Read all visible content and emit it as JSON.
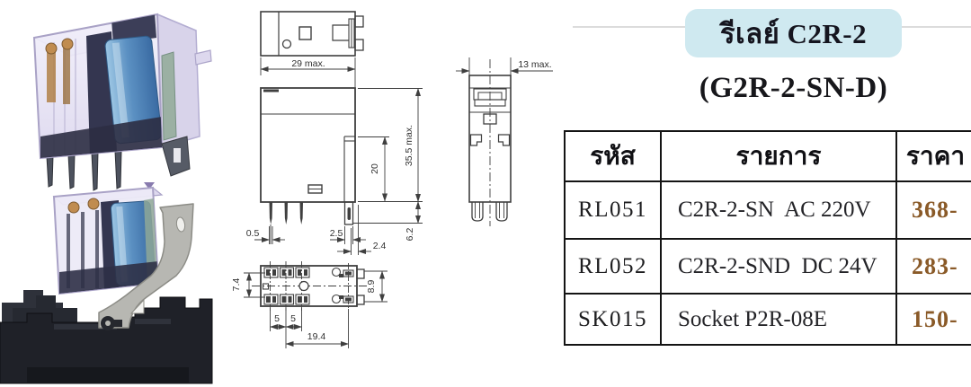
{
  "header": {
    "title": "รีเลย์ C2R-2",
    "subtitle": "(G2R-2-SN-D)"
  },
  "table": {
    "headers": [
      "รหัส",
      "รายการ",
      "ราคา"
    ],
    "rows": [
      {
        "code": "RL051",
        "item": "C2R-2-SN  AC 220V",
        "price": "368-"
      },
      {
        "code": "RL052",
        "item": "C2R-2-SND  DC 24V",
        "price": "283-"
      },
      {
        "code": "SK015",
        "item": "Socket P2R-08E",
        "price": "150-"
      }
    ]
  },
  "drawing": {
    "labels": {
      "top_view_width": "29 max.",
      "side_view_width": "13 max.",
      "height_total": "35.5 max.",
      "height_pin_block": "20",
      "pin_length": "6.2",
      "pin_thickness": "0.5",
      "latch_width": "2.5",
      "latch_offset": "2.4",
      "pin_row_span_left": "7.4",
      "pin_row_span_right": "8.9",
      "pin_pitch_a": "5",
      "pin_pitch_b": "5",
      "pin_span_total": "19.4"
    }
  },
  "photos": {
    "top_alt": "Transparent relay with blue coil",
    "bottom_alt": "Relay mounted on DIN-rail socket with retaining clip"
  },
  "colors": {
    "title_box_bg": "#cfe9f0",
    "title_text": "#15151f",
    "price_text": "#8a5a28",
    "table_border": "#141414",
    "drawing_line": "#3f3f3f",
    "coil_blue": "#5b90c2",
    "case_tint": "#dcd7ee",
    "socket_black": "#1f2128",
    "clip_gray": "#b7b7b2",
    "rule_gray": "#dcdcdc"
  }
}
